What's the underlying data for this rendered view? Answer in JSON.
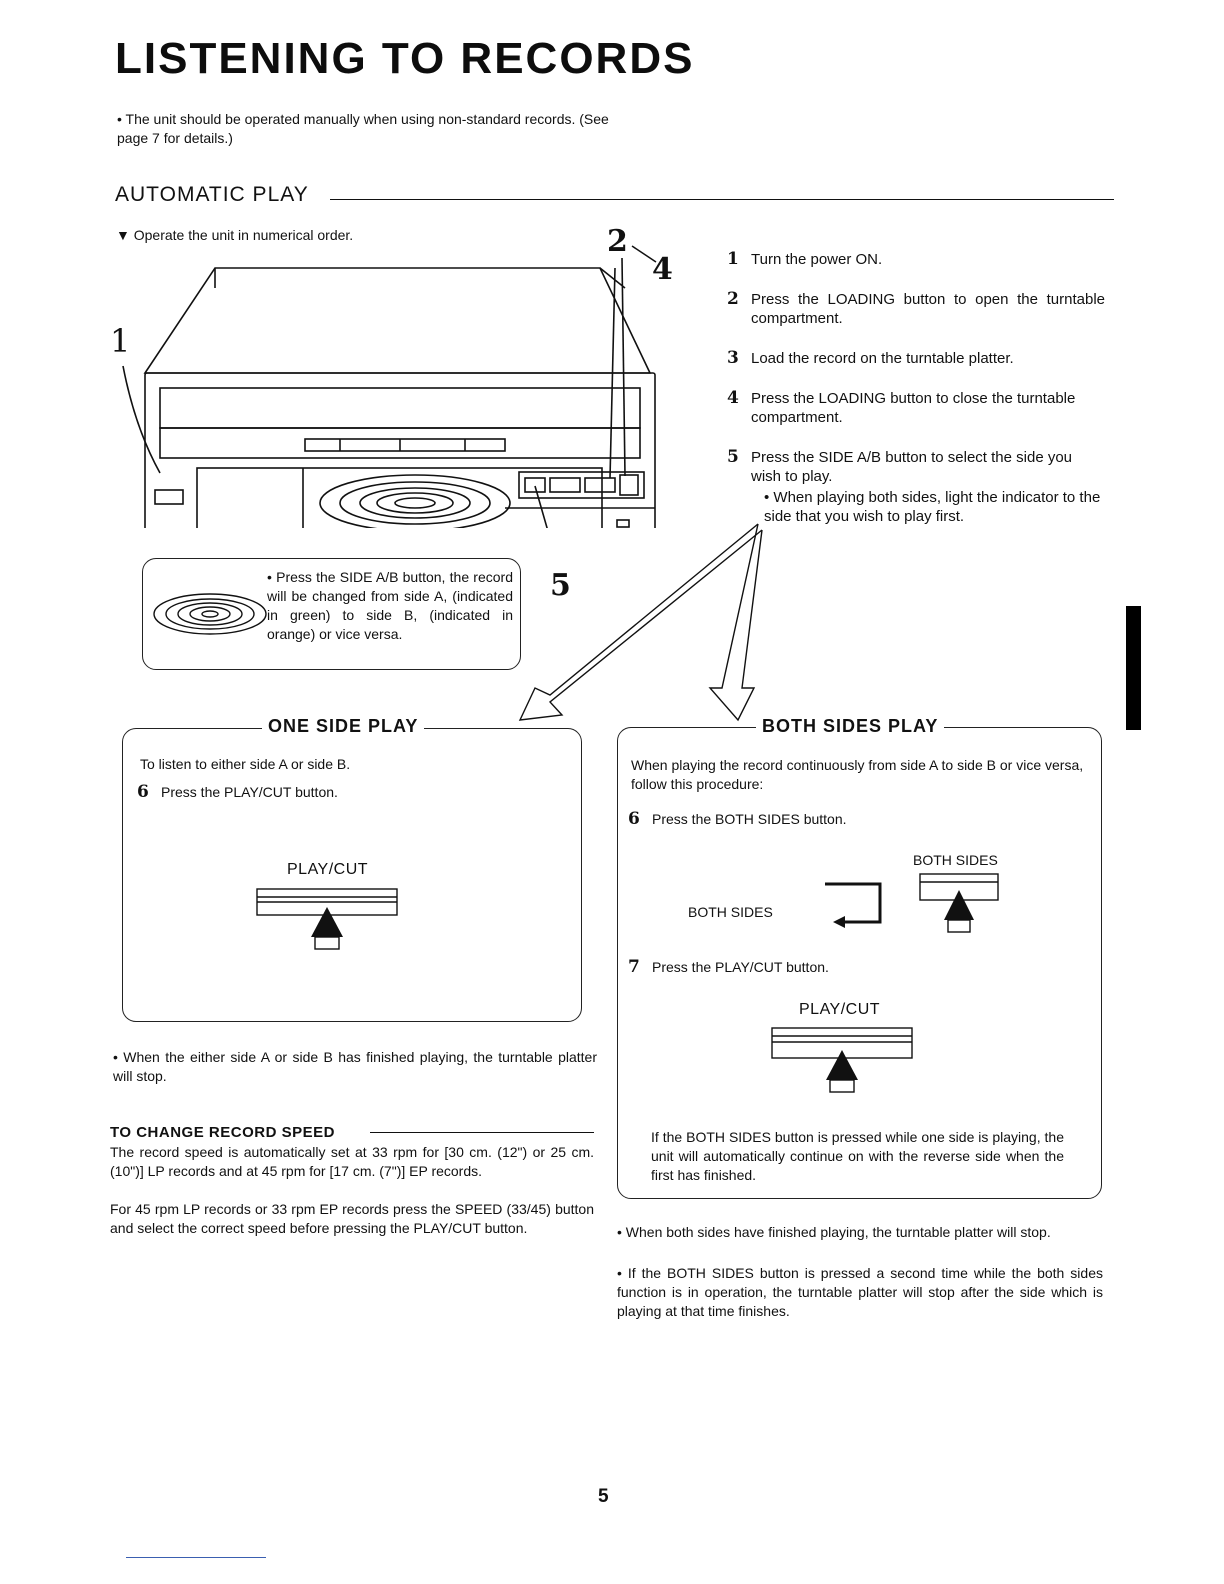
{
  "page": {
    "title": "LISTENING TO RECORDS",
    "intro": "• The unit should be operated manually when using non-standard records. (See page 7 for details.)",
    "page_number": "5"
  },
  "automatic_play": {
    "heading": "AUTOMATIC PLAY",
    "note": "▼ Operate the unit in numerical order.",
    "diagram_callouts": {
      "c1": "1",
      "c2": "2",
      "c4": "4",
      "c5": "5"
    },
    "side_ab_note": "• Press the SIDE A/B button, the record will be changed from side A, (indicated in green) to side B, (indicated in orange) or vice versa.",
    "steps": [
      {
        "num": "1",
        "text": "Turn the power ON."
      },
      {
        "num": "2",
        "text": "Press the LOADING button to open the turntable compartment."
      },
      {
        "num": "3",
        "text": "Load the record on the turntable platter."
      },
      {
        "num": "4",
        "text": "Press the LOADING button to close the turntable compartment."
      },
      {
        "num": "5",
        "text": "Press the SIDE A/B button to select the side you wish to play."
      }
    ],
    "step5_note": "• When playing both sides, light the indicator to the side that you wish to play first."
  },
  "one_side_play": {
    "heading": "ONE SIDE PLAY",
    "intro": "To listen to either side A or side B.",
    "step_num": "6",
    "step_text": "Press the PLAY/CUT button.",
    "button_label": "PLAY/CUT",
    "after_note": "• When the either side A or side B has finished playing, the turntable platter will stop."
  },
  "record_speed": {
    "heading": "TO CHANGE RECORD SPEED",
    "para1": "The record speed is automatically set at 33 rpm for [30 cm. (12\") or 25 cm. (10\")] LP records and at 45 rpm for [17 cm. (7\")] EP records.",
    "para2": "For 45 rpm LP records or 33 rpm EP records press the SPEED (33/45) button and select the correct speed before pressing the PLAY/CUT button."
  },
  "both_sides_play": {
    "heading": "BOTH SIDES PLAY",
    "intro": "When playing the record continuously from side A to side B or vice versa, follow this procedure:",
    "step6_num": "6",
    "step6_text": "Press the BOTH SIDES button.",
    "both_sides_label_top": "BOTH SIDES",
    "both_sides_label_left": "BOTH SIDES",
    "step7_num": "7",
    "step7_text": "Press the PLAY/CUT button.",
    "play_cut_label": "PLAY/CUT",
    "box_note": "If the BOTH SIDES button is pressed while one side is playing, the unit will automatically continue on with the reverse side when the first has finished.",
    "after_note1": "• When both sides have finished playing, the turntable platter will stop.",
    "after_note2": "• If the BOTH SIDES button is pressed a second time while the both sides function is in operation, the turntable platter will stop after the side which is playing at that time finishes."
  }
}
